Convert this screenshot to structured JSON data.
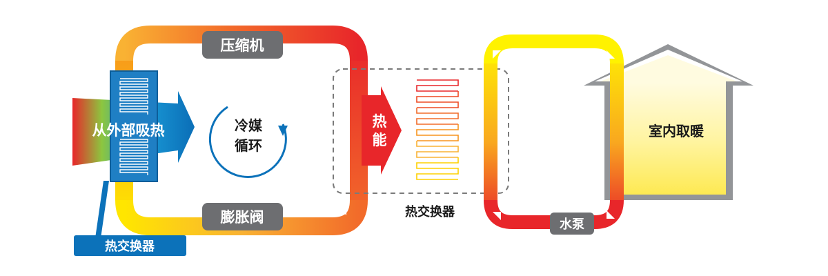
{
  "labels": {
    "compressor": "压缩机",
    "expansion_valve": "膨胀阀",
    "refrigerant_line1": "冷媒",
    "refrigerant_line2": "循环",
    "absorb_heat": "从外部吸热",
    "evaporator_exchanger": "热交换器",
    "heat_energy_line1": "热",
    "heat_energy_line2": "能",
    "middle_exchanger": "热交换器",
    "water_pump": "水泵",
    "indoor_heating": "室内取暖"
  },
  "colors": {
    "hot_red": "#e8262a",
    "warm_orange": "#f7941d",
    "cool_yellow": "#fff200",
    "cold_blue": "#0c72ba",
    "gray_label": "#6d6e71",
    "house_gray": "#939598",
    "house_fill": "#fff4a8"
  }
}
